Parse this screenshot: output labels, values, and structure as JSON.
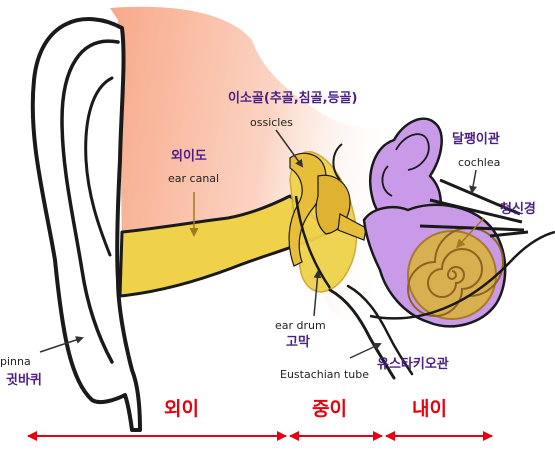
{
  "labels": {
    "ossicles_ko": "이소골(추골,침골,등골)",
    "ossicles_en": "ossicles",
    "cochlea_ko": "달팽이관",
    "cochlea_en": "cochlea",
    "nerve_ko": "청신경",
    "canal_ko": "외이도",
    "canal_en": "ear canal",
    "eardrum_en": "ear drum",
    "eardrum_ko": "고막",
    "eustachian_en": "Eustachian tube",
    "eustachian_ko": "유스타키오관",
    "pinna_en": "pinna",
    "pinna_ko": "귓바퀴"
  },
  "sections": {
    "outer": "외이",
    "middle": "중이",
    "inner": "내이"
  },
  "colors": {
    "skin": "#f8a98a",
    "canal": "#efd24a",
    "cochlea": "#c99ae8",
    "spiral": "#d9b050",
    "korean_label": "#4b1f86",
    "section_label": "#e8000f",
    "section_arrow": "#e8000f",
    "outline": "#1a1a1a"
  }
}
